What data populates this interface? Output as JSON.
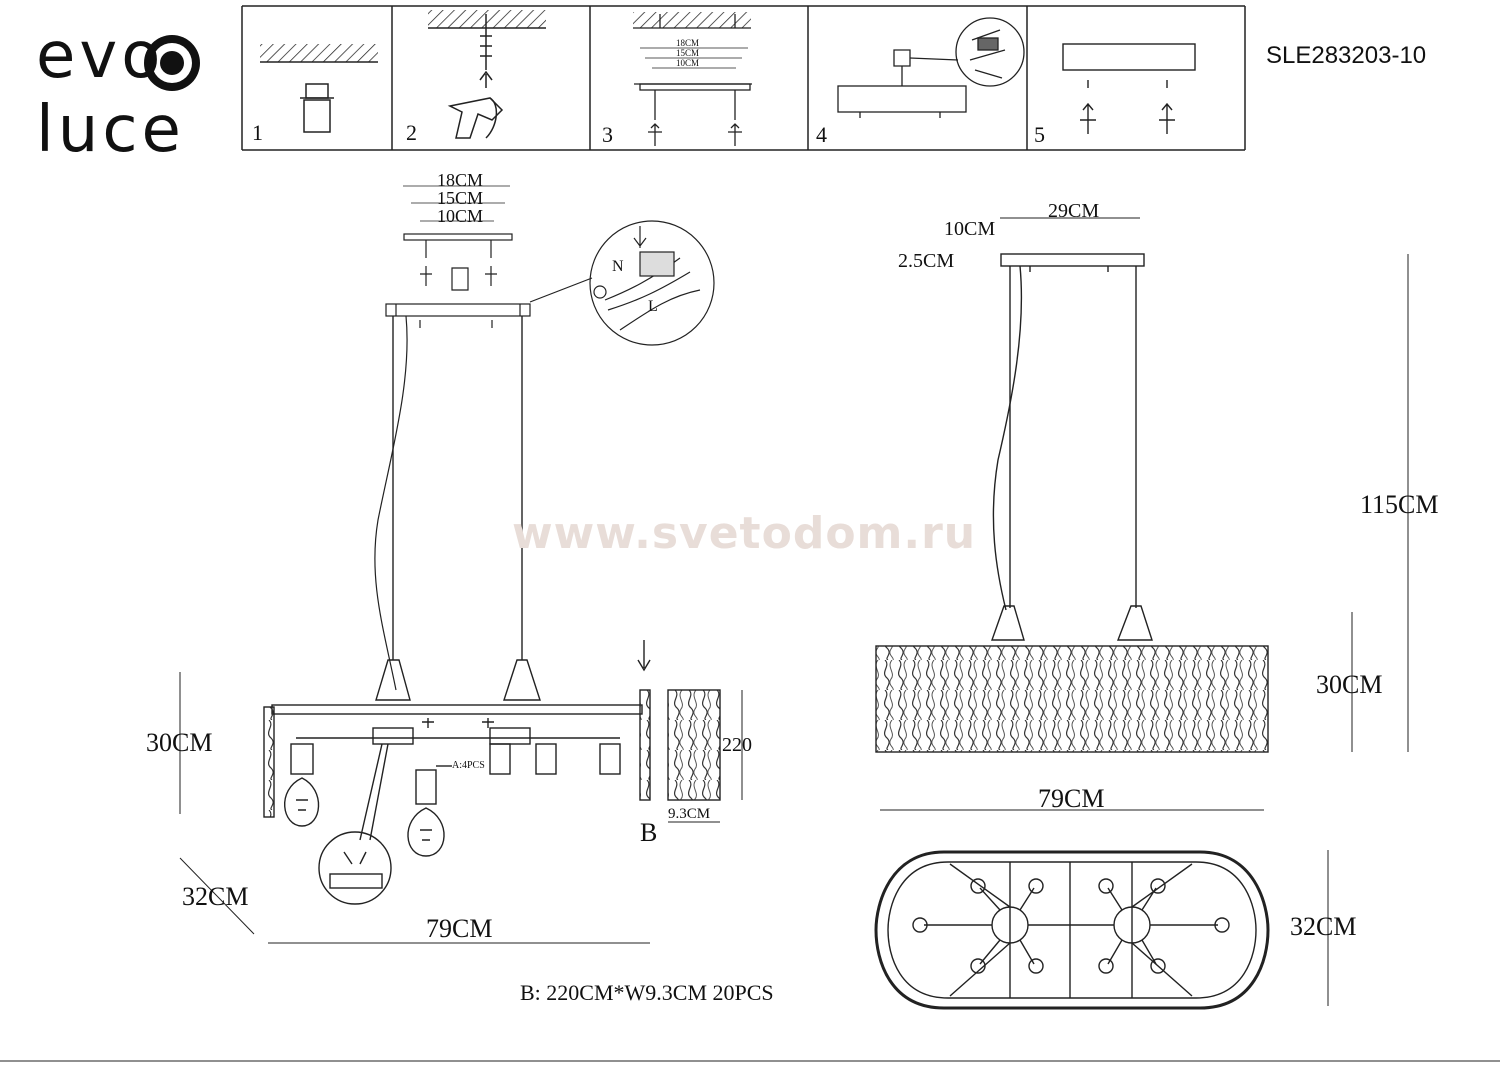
{
  "brand": {
    "logo_top": "evo",
    "logo_bottom": "luce"
  },
  "model_code": "SLE283203-10",
  "watermark": "www.svetodom.ru",
  "steps": [
    "1",
    "2",
    "3",
    "4",
    "5"
  ],
  "step3_labels": [
    "18CM",
    "15CM",
    "10CM"
  ],
  "front_view": {
    "mount_labels": [
      "18CM",
      "15CM",
      "10CM"
    ],
    "wire_labels": {
      "neutral": "N",
      "live": "L"
    },
    "height": "30CM",
    "depth": "32CM",
    "width": "79CM",
    "socket_note": "A:4PCS",
    "panel_callout": "B",
    "panel_height": "220",
    "panel_width": "9.3CM"
  },
  "side_view": {
    "canopy_width": "29CM",
    "canopy_depth": "10CM",
    "canopy_height": "2.5CM",
    "total_height": "115CM",
    "shade_height": "30CM",
    "width": "79CM",
    "depth": "32CM"
  },
  "panel_note": "B: 220CM*W9.3CM 20PCS"
}
